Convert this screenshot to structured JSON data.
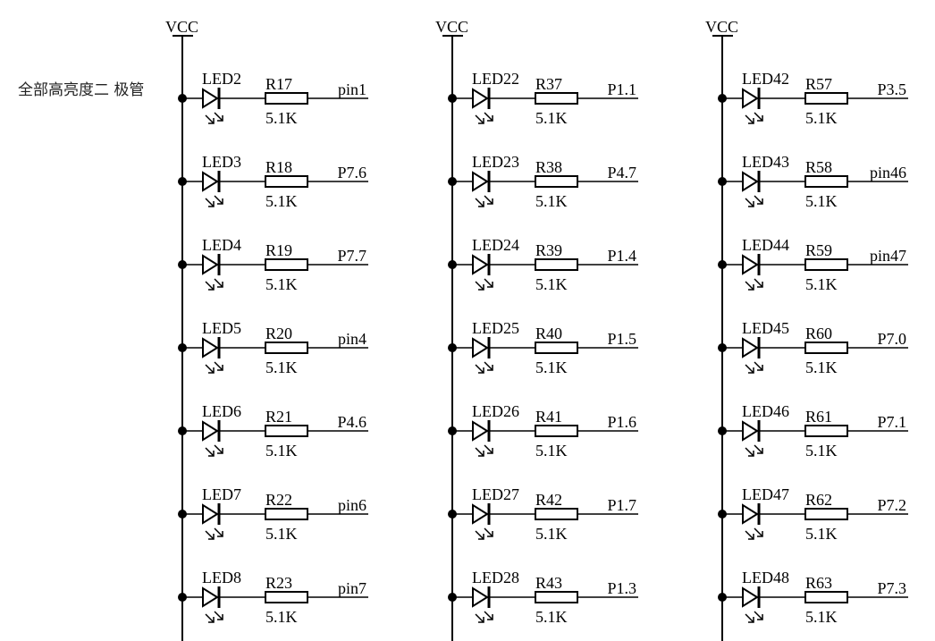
{
  "note_label": "全部高亮度二 极管",
  "columns": [
    {
      "supply": "VCC",
      "rows": [
        {
          "led": "LED2",
          "res": "R17",
          "value": "5.1K",
          "net": "pin1"
        },
        {
          "led": "LED3",
          "res": "R18",
          "value": "5.1K",
          "net": "P7.6"
        },
        {
          "led": "LED4",
          "res": "R19",
          "value": "5.1K",
          "net": "P7.7"
        },
        {
          "led": "LED5",
          "res": "R20",
          "value": "5.1K",
          "net": "pin4"
        },
        {
          "led": "LED6",
          "res": "R21",
          "value": "5.1K",
          "net": "P4.6"
        },
        {
          "led": "LED7",
          "res": "R22",
          "value": "5.1K",
          "net": "pin6"
        },
        {
          "led": "LED8",
          "res": "R23",
          "value": "5.1K",
          "net": "pin7"
        }
      ]
    },
    {
      "supply": "VCC",
      "rows": [
        {
          "led": "LED22",
          "res": "R37",
          "value": "5.1K",
          "net": "P1.1"
        },
        {
          "led": "LED23",
          "res": "R38",
          "value": "5.1K",
          "net": "P4.7"
        },
        {
          "led": "LED24",
          "res": "R39",
          "value": "5.1K",
          "net": "P1.4"
        },
        {
          "led": "LED25",
          "res": "R40",
          "value": "5.1K",
          "net": "P1.5"
        },
        {
          "led": "LED26",
          "res": "R41",
          "value": "5.1K",
          "net": "P1.6"
        },
        {
          "led": "LED27",
          "res": "R42",
          "value": "5.1K",
          "net": "P1.7"
        },
        {
          "led": "LED28",
          "res": "R43",
          "value": "5.1K",
          "net": "P1.3"
        }
      ]
    },
    {
      "supply": "VCC",
      "rows": [
        {
          "led": "LED42",
          "res": "R57",
          "value": "5.1K",
          "net": "P3.5"
        },
        {
          "led": "LED43",
          "res": "R58",
          "value": "5.1K",
          "net": "pin46"
        },
        {
          "led": "LED44",
          "res": "R59",
          "value": "5.1K",
          "net": "pin47"
        },
        {
          "led": "LED45",
          "res": "R60",
          "value": "5.1K",
          "net": "P7.0"
        },
        {
          "led": "LED46",
          "res": "R61",
          "value": "5.1K",
          "net": "P7.1"
        },
        {
          "led": "LED47",
          "res": "R62",
          "value": "5.1K",
          "net": "P7.2"
        },
        {
          "led": "LED48",
          "res": "R63",
          "value": "5.1K",
          "net": "P7.3"
        }
      ]
    }
  ]
}
